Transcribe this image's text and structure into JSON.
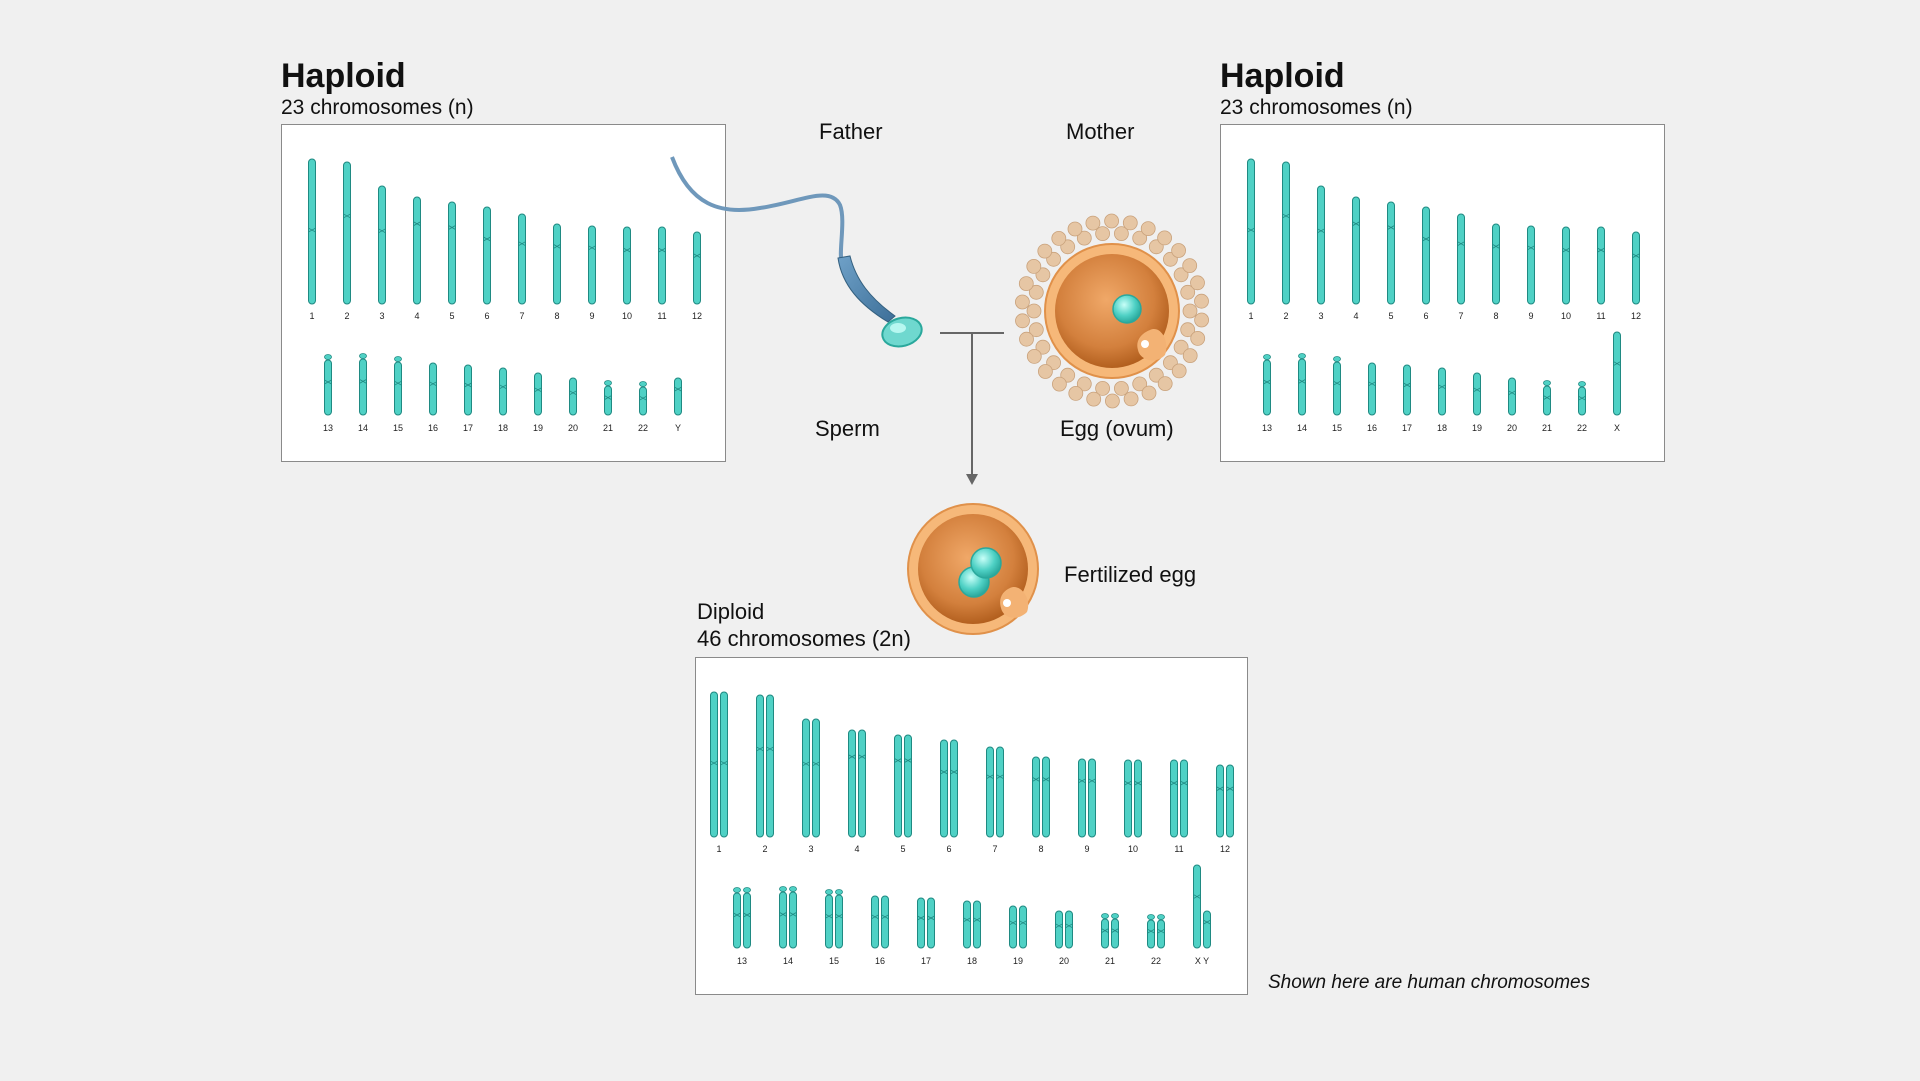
{
  "left_panel": {
    "title": "Haploid",
    "subtitle": "23 chromosomes (n)",
    "row1": [
      "1",
      "2",
      "3",
      "4",
      "5",
      "6",
      "7",
      "8",
      "9",
      "10",
      "11",
      "12"
    ],
    "row2": [
      "13",
      "14",
      "15",
      "16",
      "17",
      "18",
      "19",
      "20",
      "21",
      "22",
      "Y"
    ]
  },
  "right_panel": {
    "title": "Haploid",
    "subtitle": "23 chromosomes (n)",
    "row1": [
      "1",
      "2",
      "3",
      "4",
      "5",
      "6",
      "7",
      "8",
      "9",
      "10",
      "11",
      "12"
    ],
    "row2": [
      "13",
      "14",
      "15",
      "16",
      "17",
      "18",
      "19",
      "20",
      "21",
      "22",
      "X"
    ]
  },
  "bottom_panel": {
    "title": "Diploid",
    "subtitle": "46 chromosomes (2n)",
    "row1": [
      "1",
      "2",
      "3",
      "4",
      "5",
      "6",
      "7",
      "8",
      "9",
      "10",
      "11",
      "12"
    ],
    "row2": [
      "13",
      "14",
      "15",
      "16",
      "17",
      "18",
      "19",
      "20",
      "21",
      "22",
      "X Y"
    ]
  },
  "labels": {
    "father": "Father",
    "mother": "Mother",
    "sperm": "Sperm",
    "egg": "Egg (ovum)",
    "fertilized": "Fertilized egg",
    "note": "Shown here are human chromosomes"
  },
  "colors": {
    "chromosome_fill": "#4fd1c5",
    "chromosome_stroke": "#1f8a82",
    "egg_outer": "#f6b879",
    "egg_inner": "#c7692a",
    "sperm": "#5b8fb5",
    "background": "#f0f0f0"
  }
}
